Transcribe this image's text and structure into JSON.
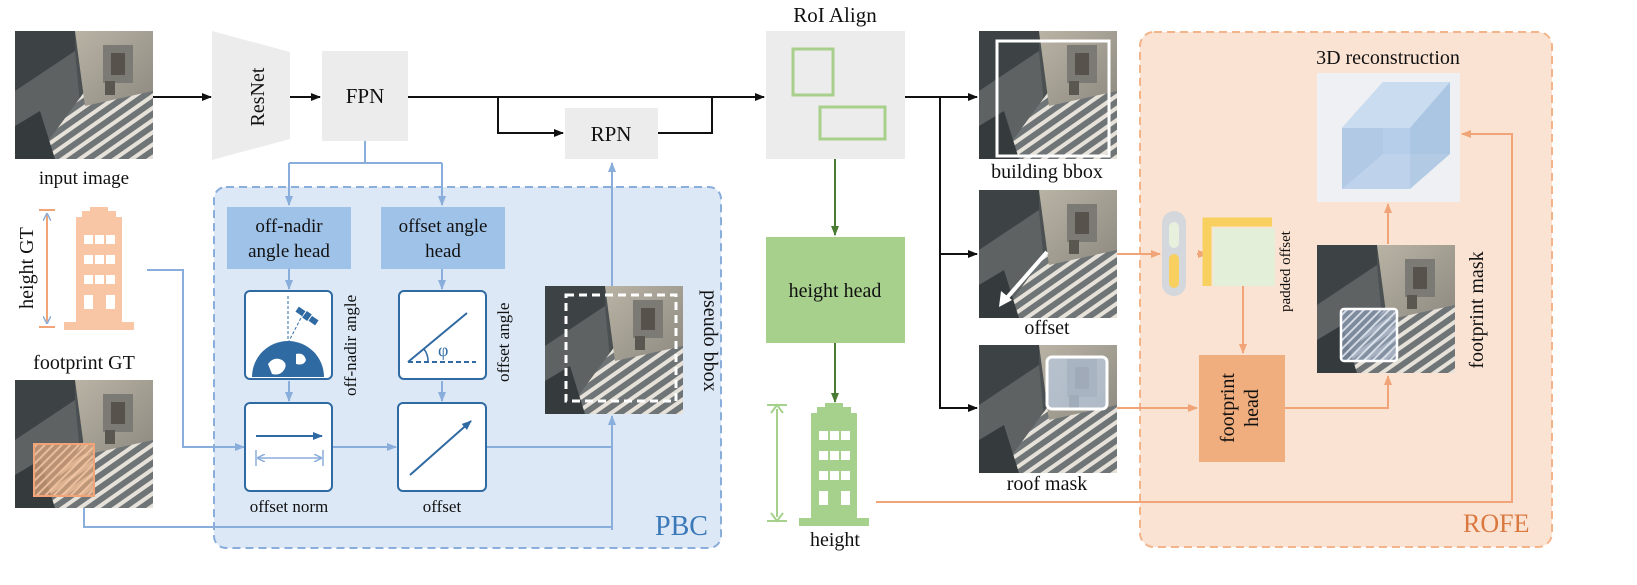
{
  "labels": {
    "input_image": "input image",
    "resnet": "ResNet",
    "fpn": "FPN",
    "rpn": "RPN",
    "roi_align": "RoI Align",
    "building_bbox": "building bbox",
    "offset_out": "offset",
    "roof_mask": "roof mask",
    "height_head": "height head",
    "height_out": "height",
    "height_gt": "height GT",
    "footprint_gt": "footprint GT",
    "off_nadir_head_1": "off-nadir",
    "off_nadir_head_2": "angle head",
    "offset_angle_head_1": "offset angle",
    "offset_angle_head_2": "head",
    "off_nadir_angle": "off-nadir angle",
    "offset_angle": "offset angle",
    "phi": "φ",
    "offset_norm": "offset norm",
    "offset_pbc": "offset",
    "pseudo_bbox": "pseudo bbox",
    "pbc": "PBC",
    "rofe": "ROFE",
    "reconstruction": "3D reconstruction",
    "padded_offset": "padded offset",
    "footprint_head_1": "footprint",
    "footprint_head_2": "head",
    "footprint_mask": "footprint mask"
  },
  "colors": {
    "pbc_fill": "#dce8f6",
    "pbc_border": "#8aaedb",
    "pbc_text": "#3a78b8",
    "rofe_fill": "#fbe3d3",
    "rofe_border": "#f3b48a",
    "rofe_text": "#d9783f",
    "head_blue": "#9fc2e8",
    "icon_blue": "#2f6aa3",
    "green_box": "#a7d08c",
    "green_arrow": "#4a7b33",
    "orange_arrow": "#f0a477",
    "blue_arrow": "#8aaedb",
    "gray_box": "#ededed",
    "footprint_head": "#f0ad7e",
    "building_orange": "#f8c5a5",
    "building_green": "#a5d18d"
  },
  "icons": {
    "satellite": "satellite-icon",
    "earth": "earth-icon",
    "building": "building-icon"
  }
}
